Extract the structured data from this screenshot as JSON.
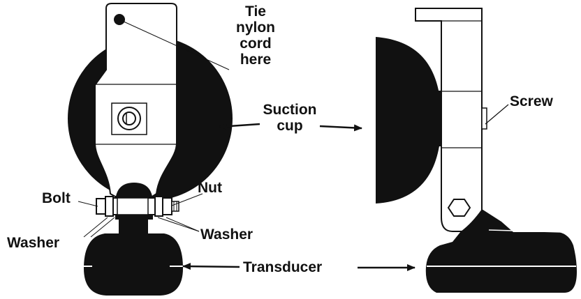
{
  "labels": {
    "tie_cord": [
      "Tie",
      "nylon",
      "cord",
      "here"
    ],
    "suction_cup": [
      "Suction",
      "cup"
    ],
    "screw": "Screw",
    "bolt": "Bolt",
    "nut": "Nut",
    "washer_left": "Washer",
    "washer_right": "Washer",
    "transducer": "Transducer"
  },
  "colors": {
    "ink": "#111111",
    "paper": "#ffffff"
  },
  "icons": [
    "arrow-left-icon",
    "arrow-right-icon",
    "hexagon-nut-icon",
    "screw-head-icon"
  ]
}
